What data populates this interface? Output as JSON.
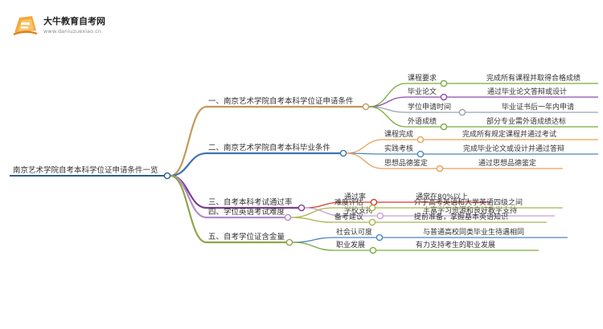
{
  "brand": {
    "title": "大牛教育自考网",
    "subtitle": "www.daniuzuexiao.cn"
  },
  "root": {
    "label": "南京艺术学院自考本科学位证申请条件一览"
  },
  "colors": {
    "root": "#2f5d8a",
    "b1": "#c39a5a",
    "b2": "#3d74b0",
    "b3": "#7a3f8c",
    "b4": "#b58ac6",
    "b5": "#8ea64a",
    "c_orange": "#e8a05a",
    "c_purple": "#8b4bb0",
    "c_green": "#7aab3e",
    "c_grey": "#9aa3ab",
    "c_red": "#d13b2f",
    "c_lightpurple": "#c79fd6",
    "c_blue": "#4c85c3",
    "c_olive": "#a9b54d"
  },
  "branches": [
    {
      "label": "一、南京艺术学院自考本科学位证申请条件",
      "children": [
        {
          "label": "课程要求",
          "leaf": "完成所有课程并取得合格成绩"
        },
        {
          "label": "毕业论文",
          "leaf": "通过毕业论文答辩或设计"
        },
        {
          "label": "学位申请时间",
          "leaf": "毕业证书后一年内申请"
        },
        {
          "label": "外语成绩",
          "leaf": "部分专业需外语成绩达标"
        }
      ]
    },
    {
      "label": "二、南京艺术学院自考本科毕业条件",
      "children": [
        {
          "label": "课程完成",
          "leaf": "完成所有规定课程并通过考试"
        },
        {
          "label": "实践考核",
          "leaf": "完成毕业论文或设计并通过答辩"
        },
        {
          "label": "思想品德鉴定",
          "leaf": "通过思想品德鉴定"
        }
      ]
    },
    {
      "label": "三、自考本科考试通过率",
      "children": [
        {
          "label": "通过率",
          "leaf": "通常在80%以上"
        },
        {
          "label": "学校支持",
          "leaf": "丰富学习资源和良好教学支持"
        }
      ]
    },
    {
      "label": "四、学位英语考试难度",
      "children": [
        {
          "label": "难度评估",
          "leaf": "介于高考英语和大学英语四级之间"
        },
        {
          "label": "备考建议",
          "leaf": "提前准备，掌握基本英语知识"
        }
      ]
    },
    {
      "label": "五、自考学位证含金量",
      "children": [
        {
          "label": "社会认可度",
          "leaf": "与普通高校同类毕业生待遇相同"
        },
        {
          "label": "职业发展",
          "leaf": "有力支持考生的职业发展"
        }
      ]
    }
  ]
}
